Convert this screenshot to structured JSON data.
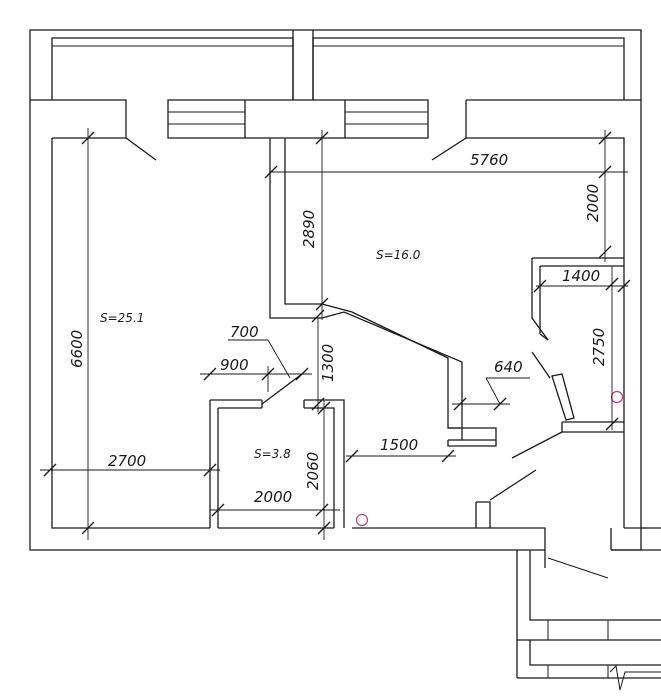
{
  "areas": {
    "living": "S=25.1",
    "kitchen": "S=16.0",
    "bath": "S=3.8"
  },
  "dimensions": {
    "d5760": "5760",
    "d2000_top": "2000",
    "d2890": "2890",
    "d1400": "1400",
    "d2750": "2750",
    "d6600": "6600",
    "d700": "700",
    "d900": "900",
    "d1300": "1300",
    "d640": "640",
    "d2700": "2700",
    "d1500": "1500",
    "d2060": "2060",
    "d2000_bottom": "2000"
  },
  "colors": {
    "lines": "#1a1a1a",
    "sockets": "#c0398f"
  }
}
